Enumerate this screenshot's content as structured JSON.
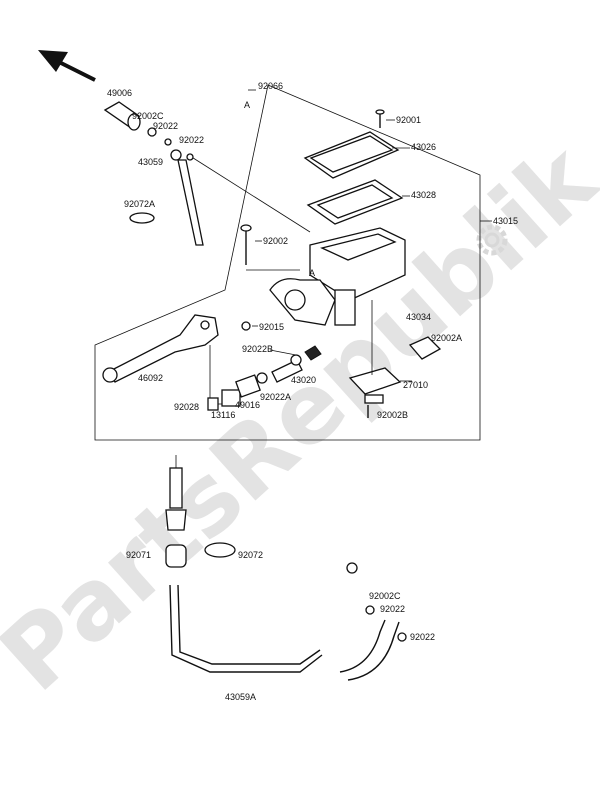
{
  "watermark": "PartsRepublik",
  "labels": {
    "p49006": "49006",
    "p92002C_top": "92002C",
    "p92022_top": "92022",
    "p43059": "43059",
    "p92066": "92066",
    "pA_top": "A",
    "p92001": "92001",
    "p43026": "43026",
    "p43028": "43028",
    "p43015": "43015",
    "p92072A": "92072A",
    "p92002": "92002",
    "pA_mid": "A",
    "p92015": "92015",
    "p43034": "43034",
    "p92002A": "92002A",
    "p46092": "46092",
    "p92022B": "92022B",
    "p43020": "43020",
    "p27010": "27010",
    "p92022A": "92022A",
    "p49016": "49016",
    "p92028": "92028",
    "p13116": "13116",
    "p92002B": "92002B",
    "p92071": "92071",
    "p92072": "92072",
    "p92002C_bot": "92002C",
    "p92022_bot1": "92022",
    "p92022_bot2": "92022",
    "p43059A": "43059A"
  },
  "icons": {
    "direction": "front-arrow-icon",
    "settings": "gear-icon"
  }
}
